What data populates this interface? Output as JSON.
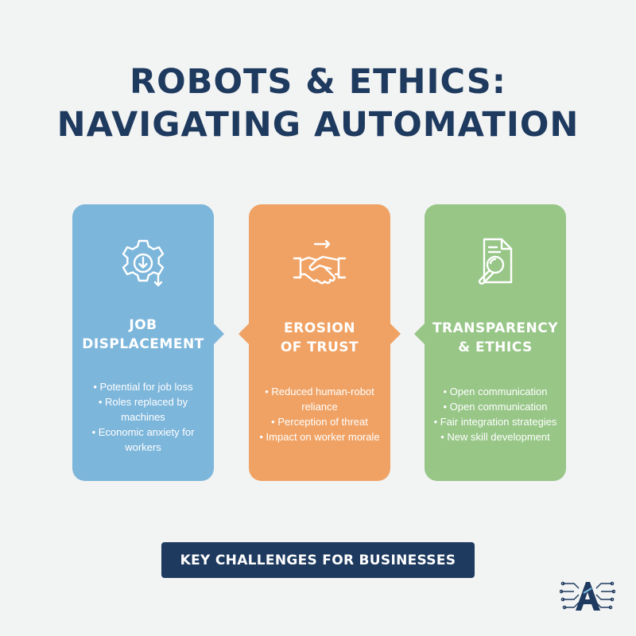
{
  "title": {
    "line1": "ROBOTS & ETHICS:",
    "line2": "NAVIGATING AUTOMATION"
  },
  "colors": {
    "title": "#1e3a5f",
    "card_blue": "#7db6db",
    "card_orange": "#f0a264",
    "card_green": "#97c687",
    "footer_bg": "#1e3a5f",
    "background": "#f2f3f3"
  },
  "cards": [
    {
      "icon": "gear-download-icon",
      "heading_line1": "JOB",
      "heading_line2": "DISPLACEMENT",
      "bullets": [
        "Potential for job loss",
        "Roles replaced by machines",
        "Economic anxiety for workers"
      ]
    },
    {
      "icon": "handshake-icon",
      "heading_line1": "EROSION",
      "heading_line2": "OF TRUST",
      "bullets": [
        "Reduced human-robot reliance",
        "Perception of threat",
        "Impact on worker morale"
      ]
    },
    {
      "icon": "document-magnifier-icon",
      "heading_line1": "TRANSPARENCY",
      "heading_line2": "& ETHICS",
      "bullets": [
        "Open communication",
        "Open communication",
        "Fair integration strategies",
        "New skill development"
      ]
    }
  ],
  "footer": {
    "label": "KEY CHALLENGES FOR BUSINESSES"
  },
  "logo": {
    "icon": "circuit-a-logo-icon",
    "letter": "A"
  }
}
